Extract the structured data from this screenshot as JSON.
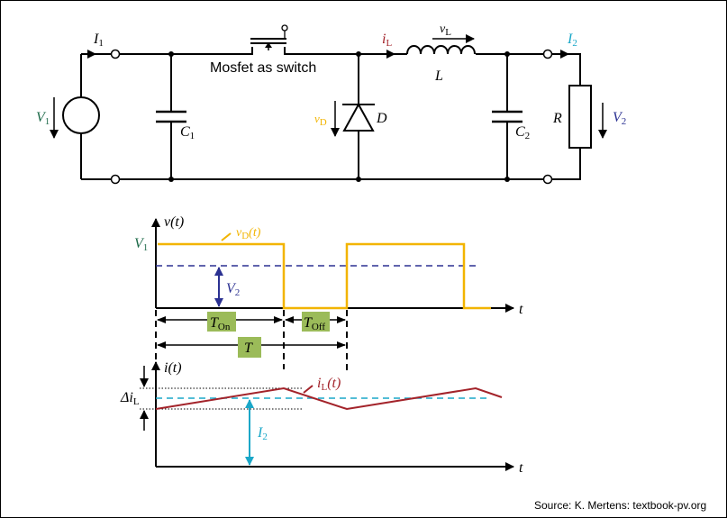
{
  "colors": {
    "wire": "#000000",
    "v1": "#1e6b4a",
    "vd": "#f2b400",
    "il": "#a3232a",
    "i2": "#1aa7c8",
    "v2": "#2b3192",
    "tbox": "#9bbb59"
  },
  "circuit": {
    "i1": {
      "main": "I",
      "sub": "1"
    },
    "v1": {
      "main": "V",
      "sub": "1"
    },
    "c1": {
      "main": "C",
      "sub": "1"
    },
    "mosfet_label": "Mosfet as switch",
    "il": {
      "main": "i",
      "sub": "L"
    },
    "vl": {
      "main": "v",
      "sub": "L"
    },
    "l": "L",
    "vd": {
      "main": "v",
      "sub": "D"
    },
    "d": "D",
    "c2": {
      "main": "C",
      "sub": "2"
    },
    "i2": {
      "main": "I",
      "sub": "2"
    },
    "r": "R",
    "v2": {
      "main": "V",
      "sub": "2"
    }
  },
  "voltage_plot": {
    "ylabel": "v(t)",
    "xlabel": "t",
    "v1": {
      "main": "V",
      "sub": "1"
    },
    "vd_legend": {
      "main": "v",
      "sub": "D",
      "tail": "(t)"
    },
    "v2": {
      "main": "V",
      "sub": "2"
    },
    "ton": {
      "main": "T",
      "sub": "On"
    },
    "toff": {
      "main": "T",
      "sub": "Off"
    },
    "t": "T"
  },
  "current_plot": {
    "ylabel": "i(t)",
    "xlabel": "t",
    "il_legend": {
      "main": "i",
      "sub": "L",
      "tail": "(t)"
    },
    "delta": {
      "main": "Δi",
      "sub": "L"
    },
    "i2": {
      "main": "I",
      "sub": "2"
    }
  },
  "source": "Source: K. Mertens: textbook-pv.org"
}
